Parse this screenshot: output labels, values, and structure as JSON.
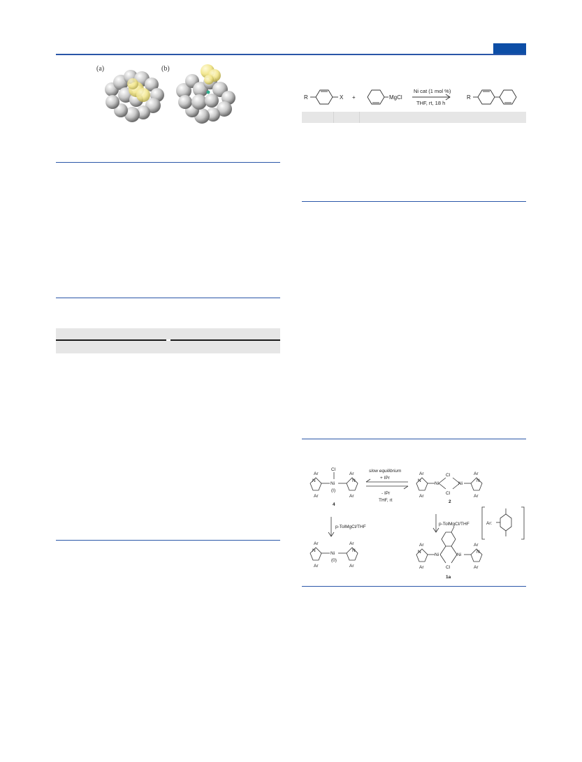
{
  "figure1": {
    "panel_a_label": "(a)",
    "panel_b_label": "(b)"
  },
  "scheme1": {
    "r_left": "R",
    "x_label": "X",
    "plus": "+",
    "mgcl": "MgCl",
    "conditions_top": "Ni cat (1 mol %)",
    "conditions_bottom": "THF, rt, 18 h",
    "r_right": "R"
  },
  "scheme2": {
    "complex4_cl": "Cl",
    "complex4_ni": "Ni",
    "complex4_ox": "(I)",
    "complex4_label": "4",
    "arrow_top_text": "slow equilibrium",
    "plus_ipr": "+ IPr",
    "minus_ipr": "- IPr",
    "thf_rt": "THF, rt",
    "complex2_cl_top": "Cl",
    "complex2_cl_bottom": "Cl",
    "complex2_ni_left": "Ni",
    "complex2_ni_right": "Ni",
    "complex2_label": "2",
    "reagent_left": "p-TolMgCl/THF",
    "reagent_right": "p-TolMgCl/THF",
    "ni0_ni": "Ni",
    "ni0_ox": "(0)",
    "complex1a_ni_left": "Ni",
    "complex1a_ni_right": "Ni",
    "complex1a_cl": "Cl",
    "complex1a_label": "1a",
    "ar_key": "Ar:",
    "ar": "Ar",
    "n": "N"
  },
  "colors": {
    "rule": "#2a56a8",
    "tab": "#0d4ea6",
    "shade": "#e6e6e6"
  }
}
